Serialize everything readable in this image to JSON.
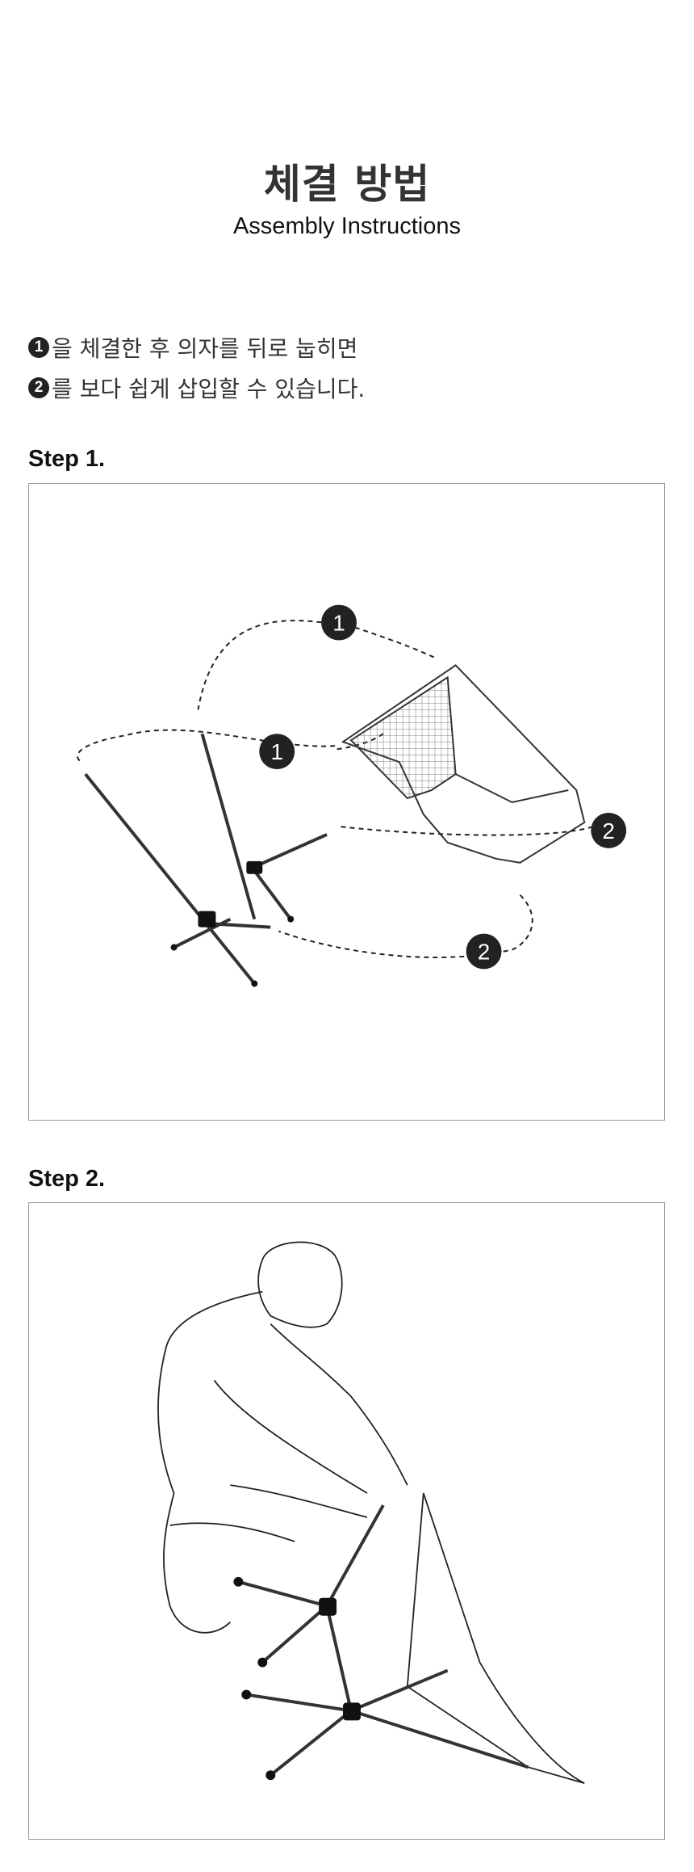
{
  "header": {
    "title": "체결 방법",
    "subtitle": "Assembly Instructions"
  },
  "instructions": [
    {
      "marker": "1",
      "text": "을 체결한 후 의자를 뒤로 눕히면"
    },
    {
      "marker": "2",
      "text": "를 보다 쉽게 삽입할 수 있습니다."
    }
  ],
  "steps": [
    {
      "label": "Step 1.",
      "markers": [
        "1",
        "1",
        "2",
        "2"
      ]
    },
    {
      "label": "Step 2."
    }
  ]
}
